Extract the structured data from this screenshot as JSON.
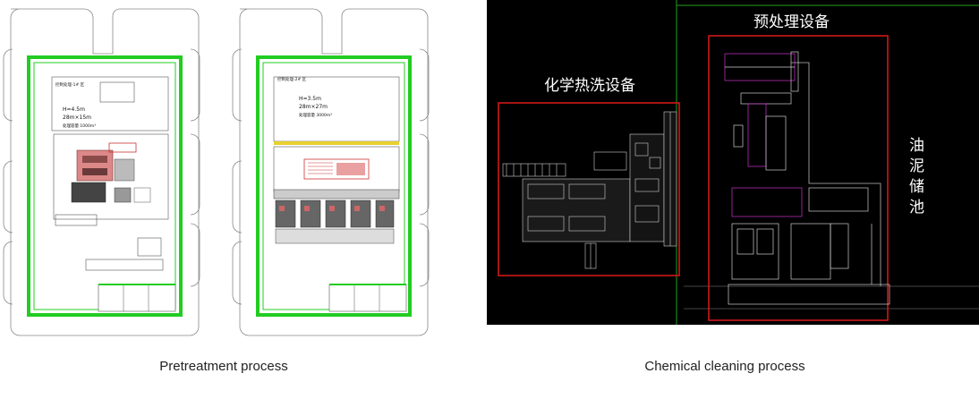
{
  "captions": {
    "left": "Pretreatment process",
    "right": "Chemical cleaning process"
  },
  "left_plans": {
    "plan_a": {
      "title": "控制处理-1# 区",
      "height_line": "H=4.5m",
      "size_line": "28m×15m",
      "volume_line": "处理容量 1000m³"
    },
    "plan_b": {
      "title": "控制处理-2# 区",
      "height_line": "H=3.5m",
      "size_line": "28m×27m",
      "volume_line": "处理容量 3000m³"
    }
  },
  "right_plan": {
    "pretreatment_label": "预处理设备",
    "chemical_label": "化学热洗设备",
    "oil_sludge_label": "油泥储池"
  },
  "colors": {
    "wall_green": "#22cc22",
    "cad_red": "#d01818",
    "cad_magenta": "#cc33cc"
  }
}
